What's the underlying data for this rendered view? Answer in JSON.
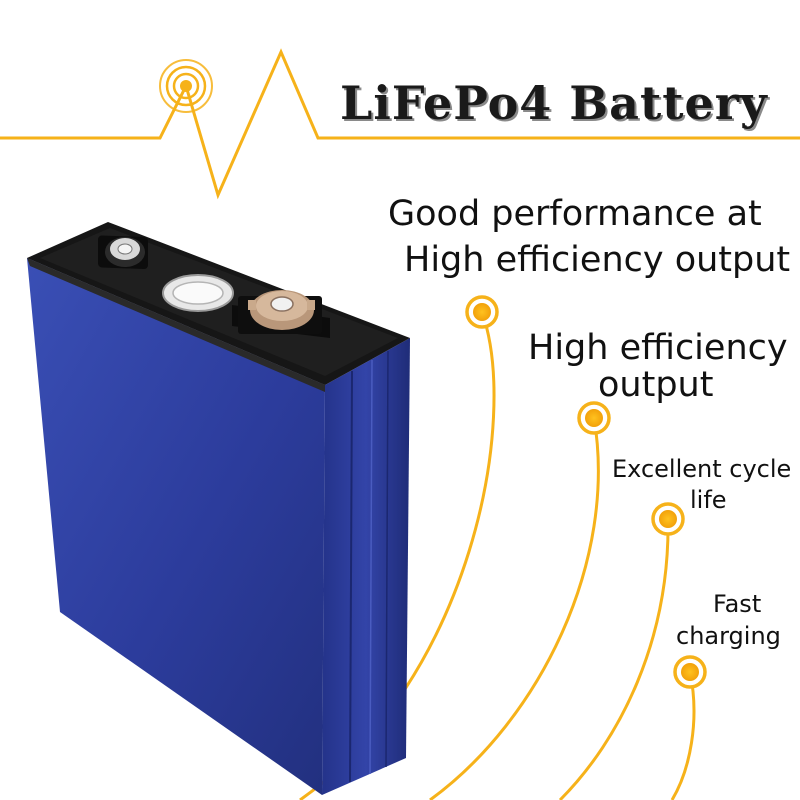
{
  "title": "LiFePo4 Battery",
  "features": [
    {
      "lines": [
        "Good performance at",
        "High efficiency output"
      ]
    },
    {
      "lines": [
        "High efficiency",
        "output"
      ]
    },
    {
      "lines": [
        "Excellent cycle",
        "life"
      ]
    },
    {
      "lines": [
        "Fast",
        "charging"
      ]
    }
  ],
  "colors": {
    "accent": "#F6B21A",
    "battery_blue": "#2E3E9C",
    "battery_top": "#1A1A1A",
    "terminal_bronze": "#C8A98A"
  },
  "icons": [
    "signal-waves-icon",
    "feature-dot-icon"
  ]
}
